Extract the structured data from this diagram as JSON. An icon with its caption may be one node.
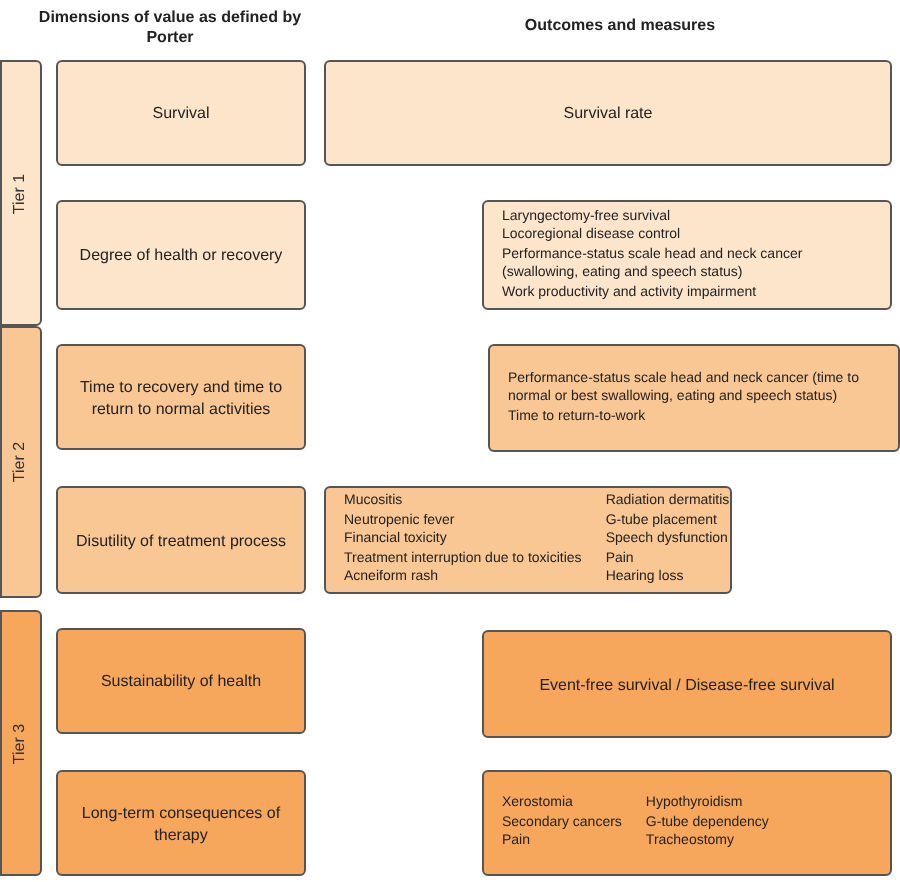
{
  "diagram": {
    "nodes": [
      {
        "text": [
          "Tier 1"
        ]
      },
      {
        "text": [
          "Tier 2"
        ]
      },
      {
        "text": [
          "Tier 3"
        ]
      },
      {
        "text": [
          "Survival"
        ]
      },
      {
        "text": [
          "Survival rate"
        ]
      },
      {
        "text": [
          "Degree of health or recovery"
        ]
      },
      {
        "text": [
          "Laryngectomy-free survival",
          "Locoregional disease control",
          "Performance-status scale head and neck cancer (swallowing, eating and speech status)",
          "Work productivity and activity impairment"
        ]
      },
      {
        "text": [
          "Time to recovery and time to return to normal activities"
        ]
      },
      {
        "text": [
          "Performance-status scale head and neck cancer (time to normal or best swallowing, eating and speech status)",
          "Time to return-to-work"
        ]
      },
      {
        "text": [
          "Disutility of treatment process"
        ]
      },
      {
        "text": [
          "Mucositis",
          "Radiation dermatitis",
          "Neutropenic fever",
          "G-tube placement",
          "Financial toxicity",
          "Speech dysfunction",
          "Treatment interruption due to toxicities",
          "Pain",
          "Acneiform rash",
          "Hearing loss"
        ]
      },
      {
        "text": [
          "Sustainability of health"
        ]
      },
      {
        "text": [
          "Event-free survival / Disease-free survival"
        ]
      },
      {
        "text": [
          "Long-term consequences of therapy"
        ]
      },
      {
        "text": [
          "Xerostomia",
          "Hypothyroidism",
          "Secondary cancers",
          "G-tube dependency",
          "Pain",
          "Tracheostomy"
        ]
      }
    ],
    "labels": [
      "Dimensions of value as defined by Porter",
      "Outcomes and measures"
    ]
  }
}
